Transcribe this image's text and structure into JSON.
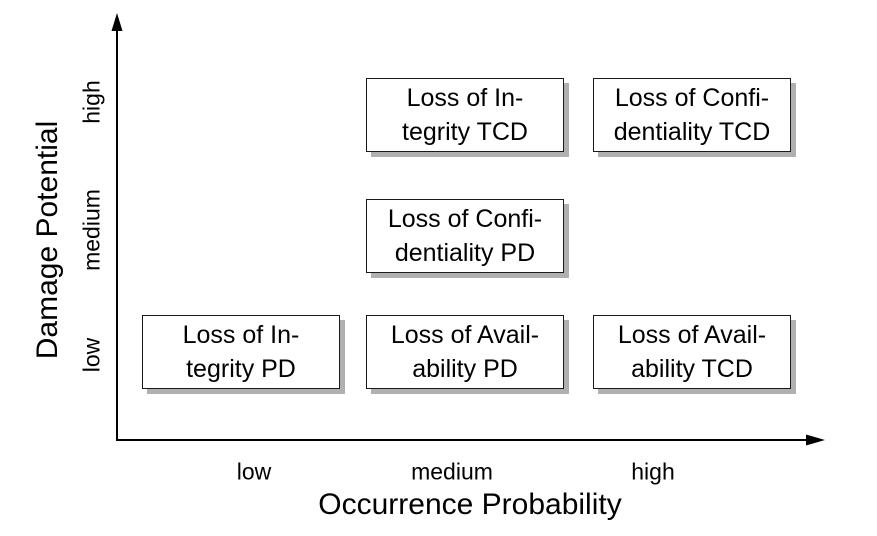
{
  "colors": {
    "background": "#ffffff",
    "axis": "#000000",
    "text": "#000000",
    "box_border": "#1a1a1a",
    "box_fill": "#ffffff",
    "box_shadow_color": "#b0b0b0"
  },
  "y_axis": {
    "title": "Damage Potential",
    "ticks": [
      {
        "label": "high"
      },
      {
        "label": "medium"
      },
      {
        "label": "low"
      }
    ]
  },
  "x_axis": {
    "title": "Occurrence Probability",
    "ticks": [
      {
        "label": "low"
      },
      {
        "label": "medium"
      },
      {
        "label": "high"
      }
    ]
  },
  "boxes": [
    {
      "line1": "Loss of In-",
      "line2": "tegrity TCD",
      "full": "Loss of Integrity TCD",
      "x": "medium",
      "y": "high"
    },
    {
      "line1": "Loss of Confi-",
      "line2": "dentiality TCD",
      "full": "Loss of Confidentiality TCD",
      "x": "high",
      "y": "high"
    },
    {
      "line1": "Loss of Confi-",
      "line2": "dentiality PD",
      "full": "Loss of Confidentiality PD",
      "x": "medium",
      "y": "medium"
    },
    {
      "line1": "Loss of In-",
      "line2": "tegrity PD",
      "full": "Loss of Integrity PD",
      "x": "low",
      "y": "low"
    },
    {
      "line1": "Loss of Avail-",
      "line2": "ability PD",
      "full": "Loss of Availability PD",
      "x": "medium",
      "y": "low"
    },
    {
      "line1": "Loss of Avail-",
      "line2": "ability TCD",
      "full": "Loss of Availability TCD",
      "x": "high",
      "y": "low"
    }
  ],
  "chart_data": {
    "type": "scatter",
    "title": "",
    "xlabel": "Occurrence Probability",
    "ylabel": "Damage Potential",
    "x_ticks": [
      "low",
      "medium",
      "high"
    ],
    "y_ticks": [
      "low",
      "medium",
      "high"
    ],
    "grid": false,
    "legend": false,
    "points": [
      {
        "label": "Loss of Integrity TCD",
        "x": "medium",
        "y": "high"
      },
      {
        "label": "Loss of Confidentiality TCD",
        "x": "high",
        "y": "high"
      },
      {
        "label": "Loss of Confidentiality PD",
        "x": "medium",
        "y": "medium"
      },
      {
        "label": "Loss of Integrity PD",
        "x": "low",
        "y": "low"
      },
      {
        "label": "Loss of Availability PD",
        "x": "medium",
        "y": "low"
      },
      {
        "label": "Loss of Availability TCD",
        "x": "high",
        "y": "low"
      }
    ]
  }
}
